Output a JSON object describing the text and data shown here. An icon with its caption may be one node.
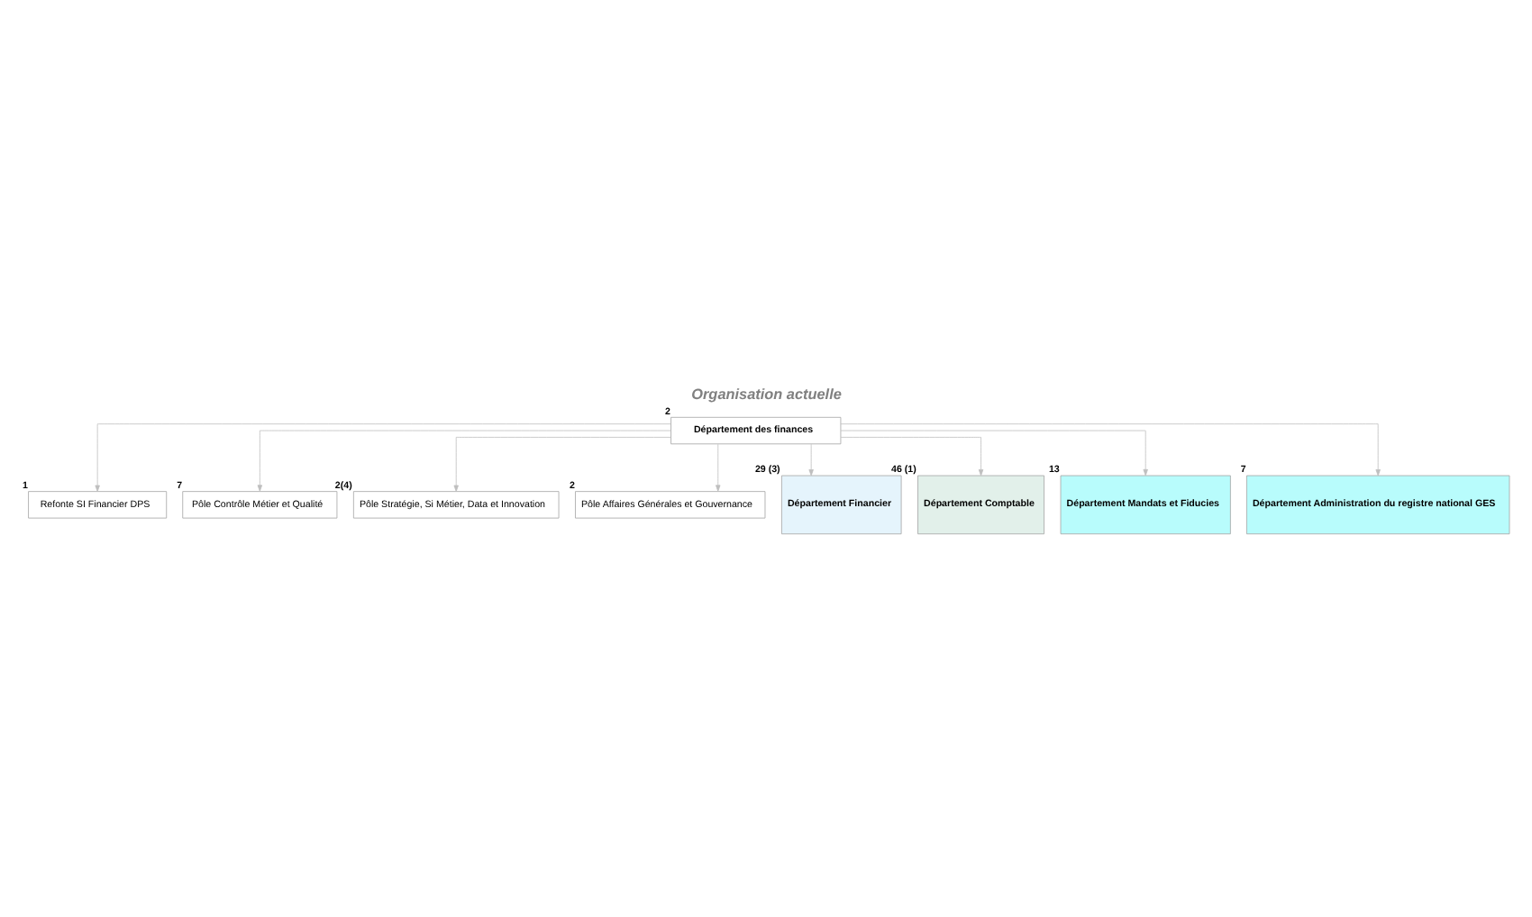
{
  "diagram": {
    "title": "Organisation actuelle",
    "nodes": [
      {
        "text": [
          "Département des finances"
        ],
        "beside": [
          "2"
        ]
      },
      {
        "text": [
          "Refonte SI Financier DPS"
        ],
        "beside": [
          "1"
        ]
      },
      {
        "text": [
          "Pôle Contrôle Métier et Qualité"
        ],
        "beside": [
          "7"
        ]
      },
      {
        "text": [
          "Pôle Stratégie, Si Métier, Data et Innovation"
        ],
        "beside": [
          "2(4)"
        ]
      },
      {
        "text": [
          "Pôle Affaires Générales et Gouvernance"
        ],
        "beside": [
          "2"
        ]
      },
      {
        "text": [
          "Département Financier"
        ],
        "beside": [
          "29 (3)"
        ]
      },
      {
        "text": [
          "Département Comptable"
        ],
        "beside": [
          "46 (1)"
        ]
      },
      {
        "text": [
          "Département Mandats et Fiducies"
        ],
        "beside": [
          "13"
        ]
      },
      {
        "text": [
          "Département Administration du registre national GES"
        ],
        "beside": [
          "7"
        ]
      }
    ],
    "edges": [
      {
        "from": 0,
        "to": 2,
        "arrow": "to"
      },
      {
        "from": 0,
        "to": 1,
        "arrow": "to"
      },
      {
        "from": 0,
        "to": 3,
        "arrow": "to"
      },
      {
        "from": 0,
        "to": 4,
        "arrow": "to"
      },
      {
        "from": 0,
        "to": 5,
        "arrow": "to"
      },
      {
        "from": 0,
        "to": 6,
        "arrow": "to"
      },
      {
        "from": 0,
        "to": 7,
        "arrow": "to"
      },
      {
        "from": 0,
        "to": 8,
        "arrow": "to"
      }
    ]
  }
}
